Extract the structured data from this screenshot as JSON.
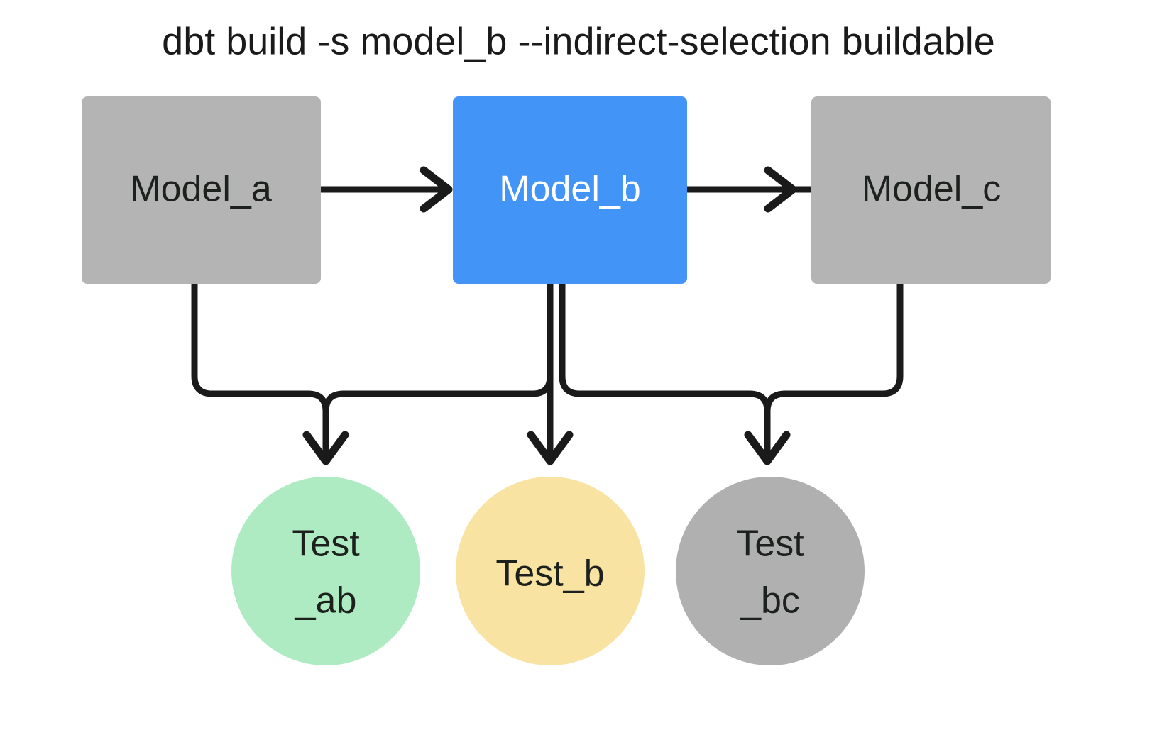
{
  "diagram": {
    "title": "dbt build -s model_b --indirect-selection buildable",
    "background_color": "#ffffff",
    "edge_color": "#1a1a1a",
    "models": [
      {
        "id": "model_a",
        "label": "Model_a",
        "shape": "rectangle",
        "fill": "#b4b4b4",
        "text_color": "#1d211e",
        "selected": false
      },
      {
        "id": "model_b",
        "label": "Model_b",
        "shape": "rectangle",
        "fill": "#4294f7",
        "text_color": "#ffffff",
        "selected": true
      },
      {
        "id": "model_c",
        "label": "Model_c",
        "shape": "rectangle",
        "fill": "#b4b4b4",
        "text_color": "#1d211e",
        "selected": false
      }
    ],
    "tests": [
      {
        "id": "test_ab",
        "label_line1": "Test",
        "label_line2": "_ab",
        "shape": "circle",
        "fill": "#aeebc3",
        "text_color": "#1d211e",
        "state": "selected-buildable"
      },
      {
        "id": "test_b",
        "label_line1": "Test_b",
        "label_line2": "",
        "shape": "circle",
        "fill": "#f8e3a3",
        "text_color": "#1d211e",
        "state": "selected-direct"
      },
      {
        "id": "test_bc",
        "label_line1": "Test",
        "label_line2": "_bc",
        "shape": "circle",
        "fill": "#b0b0b0",
        "text_color": "#1d211e",
        "state": "excluded"
      }
    ],
    "edges": [
      {
        "id": "model_a-to-model_b",
        "from": "model_a",
        "to": "model_b",
        "kind": "straight-right"
      },
      {
        "id": "model_b-to-model_c",
        "from": "model_b",
        "to": "model_c",
        "kind": "straight-right"
      },
      {
        "id": "model_a-to-test_ab",
        "from": "model_a",
        "to": "test_ab",
        "kind": "elbow-down"
      },
      {
        "id": "model_b-to-test_ab",
        "from": "model_b",
        "to": "test_ab",
        "kind": "elbow-down"
      },
      {
        "id": "model_b-to-test_b",
        "from": "model_b",
        "to": "test_b",
        "kind": "straight-down"
      },
      {
        "id": "model_b-to-test_bc",
        "from": "model_b",
        "to": "test_bc",
        "kind": "elbow-down"
      },
      {
        "id": "model_c-to-test_bc",
        "from": "model_c",
        "to": "test_bc",
        "kind": "elbow-down"
      }
    ]
  }
}
